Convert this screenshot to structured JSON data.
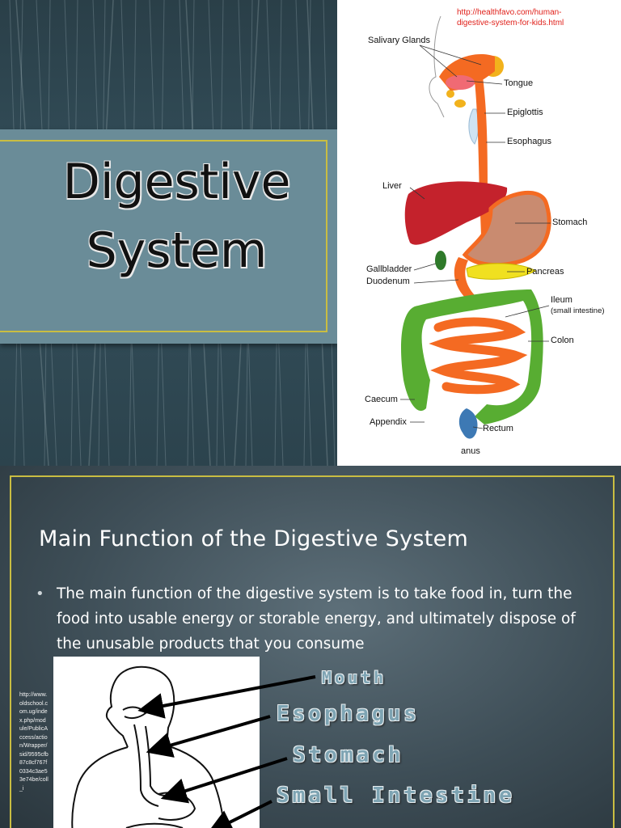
{
  "slide1": {
    "title_line1": "Digestive",
    "title_line2": "System",
    "source_url_line1": "http://healthfavo.com/human-",
    "source_url_line2": "digestive-system-for-kids.html",
    "labels": {
      "salivary_glands": "Salivary Glands",
      "tongue": "Tongue",
      "epiglottis": "Epiglottis",
      "esophagus": "Esophagus",
      "liver": "Liver",
      "stomach": "Stomach",
      "gallbladder": "Gallbladder",
      "duodenum": "Duodenum",
      "pancreas": "Pancreas",
      "ileum": "Ileum",
      "ileum_note": "(small intestine)",
      "colon": "Colon",
      "caecum": "Caecum",
      "appendix": "Appendix",
      "rectum": "Rectum",
      "anus": "anus"
    }
  },
  "slide2": {
    "title": "Main Function of  the Digestive System",
    "bullet_symbol": "•",
    "bullet_text": "The main function of the digestive system is to take food in, turn the food into usable energy or storable energy, and ultimately dispose of the unusable products that you consume",
    "side_url": "http://www.oldschool.com.ug/index.php/module/PublicAccess/action/Wrapper/sid/9595cfb87c8cf767f0334c3ae53e74be/coll_i",
    "organs": {
      "mouth": "Mouth",
      "esophagus": "Esophagus",
      "stomach": "Stomach",
      "small_intestine": "Small Intestine"
    }
  },
  "colors": {
    "frame_accent": "#c9bd42",
    "title_panel": "#6a8c98",
    "organ_label": "#7ea4b3",
    "url_red": "#e0201a"
  }
}
